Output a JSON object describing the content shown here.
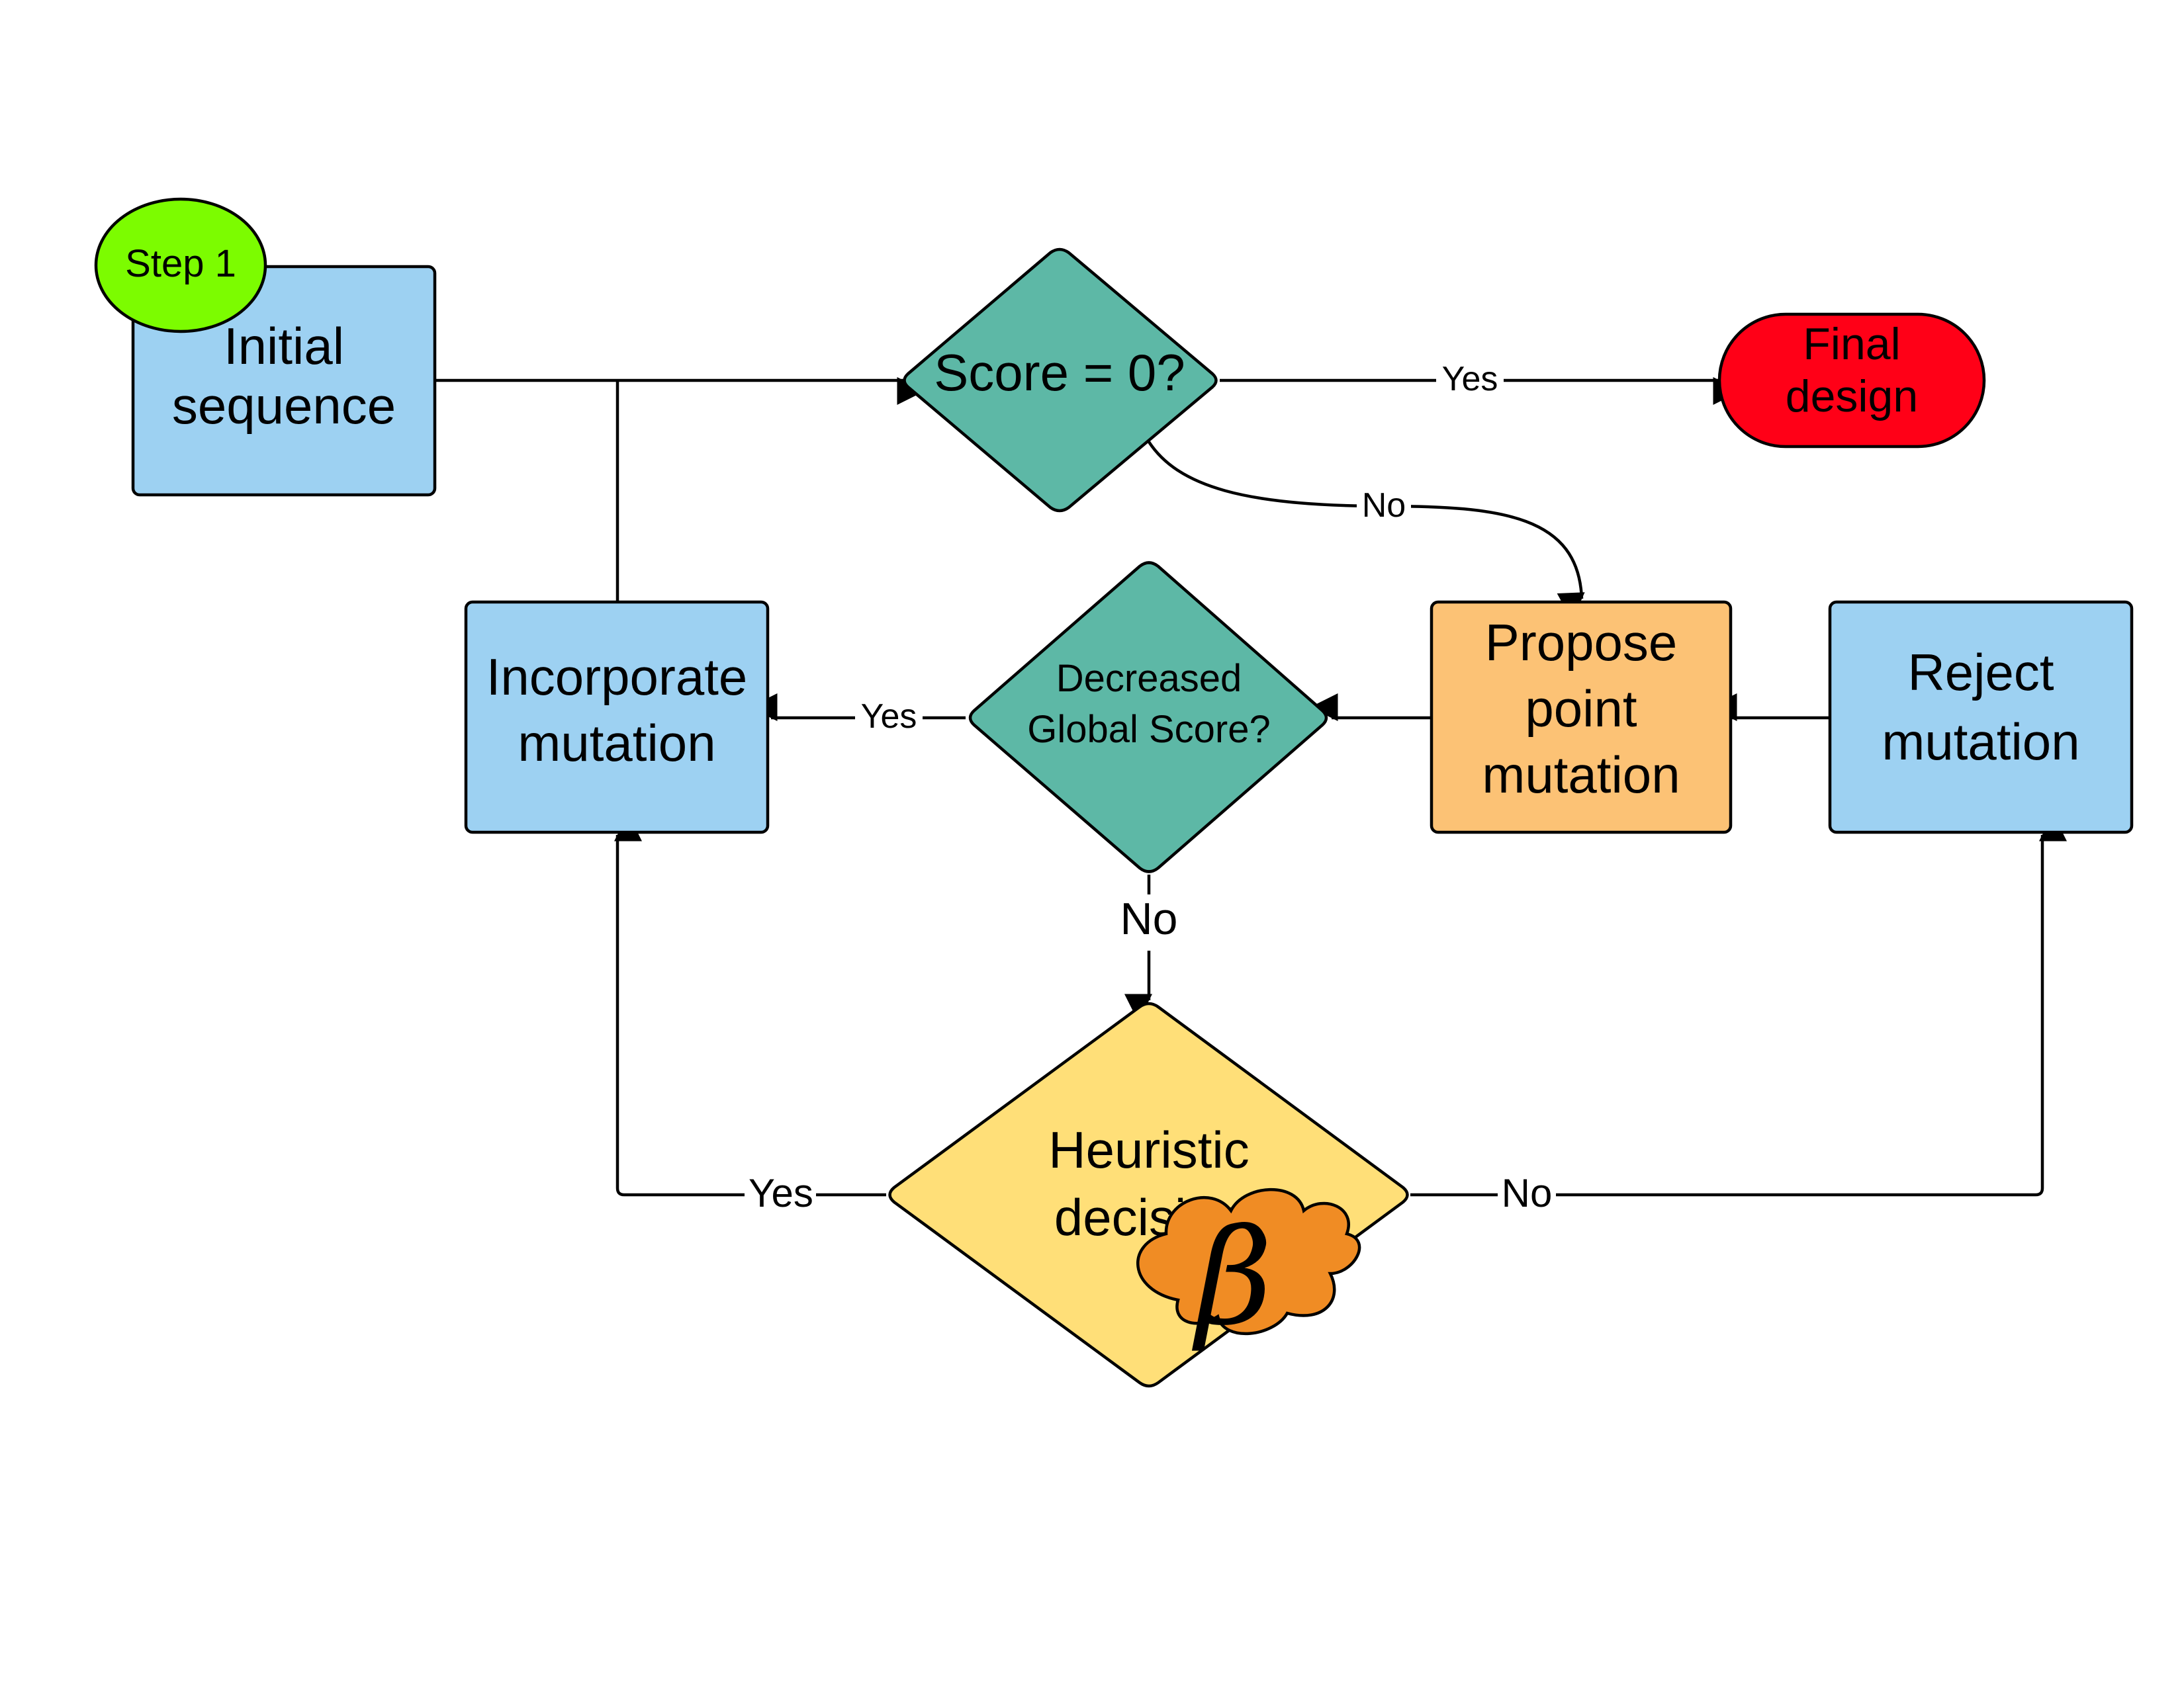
{
  "colors": {
    "process_blue": "#9dd1f2",
    "decision_teal": "#5db8a6",
    "propose_orange": "#fcc275",
    "terminal_red": "#ff0017",
    "heuristic_yellow": "#ffdf78",
    "step_green": "#7cfc00",
    "cloud_orange": "#f08c24"
  },
  "step_badge": "Step 1",
  "nodes": {
    "initial": [
      "Initial",
      "sequence"
    ],
    "score_check": "Score = 0?",
    "final": [
      "Final",
      "design"
    ],
    "propose": [
      "Propose",
      "point",
      "mutation"
    ],
    "reject": [
      "Reject",
      "mutation"
    ],
    "decreased": [
      "Decreased",
      "Global Score?"
    ],
    "incorporate": [
      "Incorporate",
      "mutation"
    ],
    "heuristic": [
      "Heuristic",
      "decision"
    ],
    "beta_symbol": "β"
  },
  "edges": {
    "score_yes": "Yes",
    "score_no": "No",
    "decreased_yes": "Yes",
    "decreased_no": "No",
    "heuristic_yes": "Yes",
    "heuristic_no": "No"
  }
}
